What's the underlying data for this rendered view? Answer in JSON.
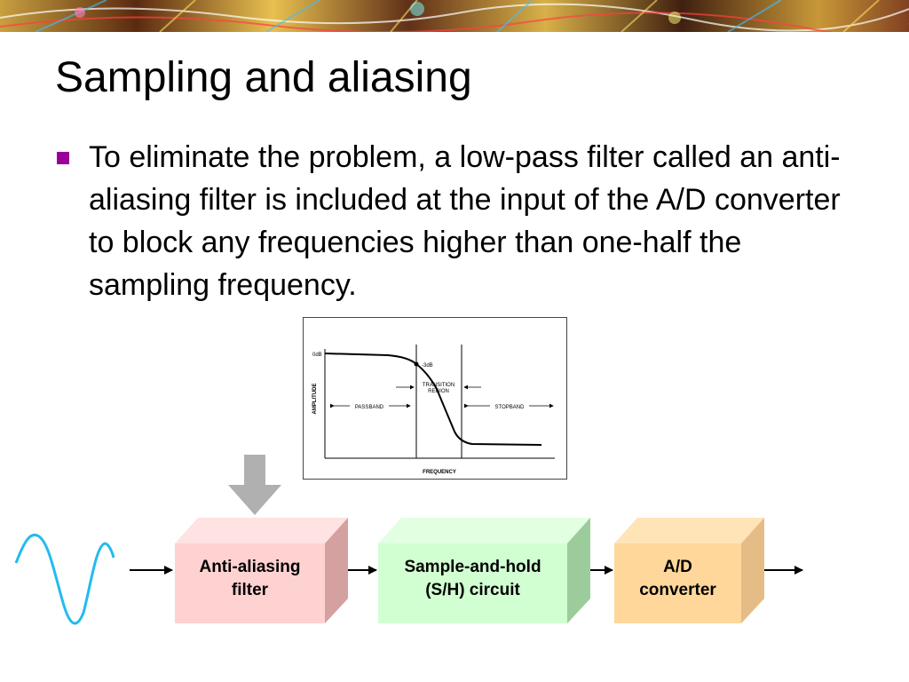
{
  "slide": {
    "title": "Sampling and aliasing",
    "bullet_text": "To eliminate the problem, a low-pass filter called an anti-aliasing filter is included at the input of the A/D converter to block any frequencies higher than one-half the sampling frequency."
  },
  "filter_response": {
    "zero_db_label": "0dB",
    "minus3db_label": "-3dB",
    "transition_label_1": "TRANSITION",
    "transition_label_2": "REGION",
    "passband_label": "PASSBAND",
    "stopband_label": "STOPBAND",
    "y_axis_label": "AMPLITUDE",
    "x_axis_label": "FREQUENCY"
  },
  "blocks": {
    "anti_aliasing_line1": "Anti-aliasing",
    "anti_aliasing_line2": "filter",
    "sample_hold_line1": "Sample-and-hold",
    "sample_hold_line2": "(S/H) circuit",
    "adc_line1": "A/D",
    "adc_line2": "converter"
  },
  "colors": {
    "anti_aliasing_front": "#ffd2d2",
    "anti_aliasing_side": "#d4a0a0",
    "sample_hold_front": "#d2ffd2",
    "sample_hold_side": "#9ccc9c",
    "adc_front": "#ffd79b",
    "adc_side": "#e6bc86",
    "signal_wave": "#22bbee",
    "down_arrow": "#b0b0b0",
    "bullet": "#990099"
  }
}
